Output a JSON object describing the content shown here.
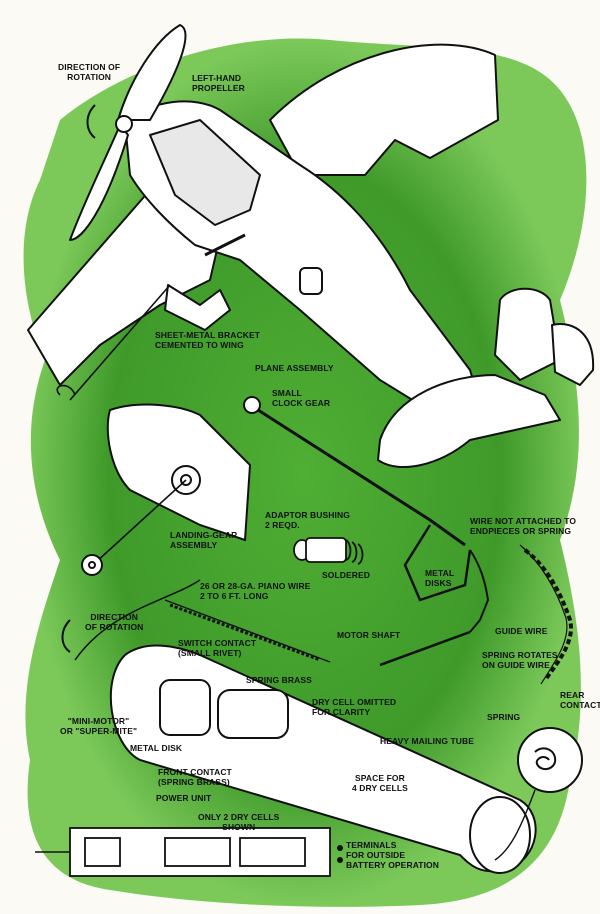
{
  "labels": {
    "direction_of_rotation_top": "DIRECTION OF\nROTATION",
    "left_hand_propeller": "LEFT-HAND\nPROPELLER",
    "sheet_metal_bracket": "SHEET-METAL BRACKET\nCEMENTED TO WING",
    "plane_assembly": "PLANE ASSEMBLY",
    "small_clock_gear": "SMALL\nCLOCK GEAR",
    "adaptor_bushing": "ADAPTOR BUSHING\n2 REQD.",
    "wire_not_attached": "WIRE NOT ATTACHED TO\nENDPIECES OR SPRING",
    "landing_gear_assembly": "LANDING-GEAR\nASSEMBLY",
    "soldered": "SOLDERED",
    "metal_disks": "METAL\nDISKS",
    "piano_wire": "26 OR 28-GA. PIANO WIRE\n2 TO 6 FT. LONG",
    "direction_of_rotation_mid": "DIRECTION\nOF ROTATION",
    "guide_wire": "GUIDE WIRE",
    "switch_contact": "SWITCH CONTACT\n(SMALL RIVET)",
    "motor_shaft": "MOTOR SHAFT",
    "spring_rotates": "SPRING ROTATES\nON GUIDE WIRE",
    "spring_brass": "SPRING BRASS",
    "dry_cell_omitted": "DRY CELL OMITTED\nFOR CLARITY",
    "rear_contact": "REAR\nCONTACT",
    "mini_motor": "\"MINI-MOTOR\"\nOR \"SUPER-MITE\"",
    "spring": "SPRING",
    "metal_disk": "METAL DISK",
    "heavy_mailing_tube": "HEAVY MAILING TUBE",
    "front_contact": "FRONT CONTACT\n(SPRING BRASS)",
    "space_for_cells": "SPACE FOR\n4 DRY CELLS",
    "power_unit": "POWER UNIT",
    "only_2_dry_cells": "ONLY 2 DRY CELLS\nSHOWN",
    "terminals": "TERMINALS\nFOR OUTSIDE\nBATTERY OPERATION"
  },
  "colors": {
    "background": "#fbfaf4",
    "green": "#3f9a2a",
    "green_light": "#7cc95a",
    "ink": "#111111",
    "paper": "#ffffff",
    "accent_red": "#c0392b"
  }
}
